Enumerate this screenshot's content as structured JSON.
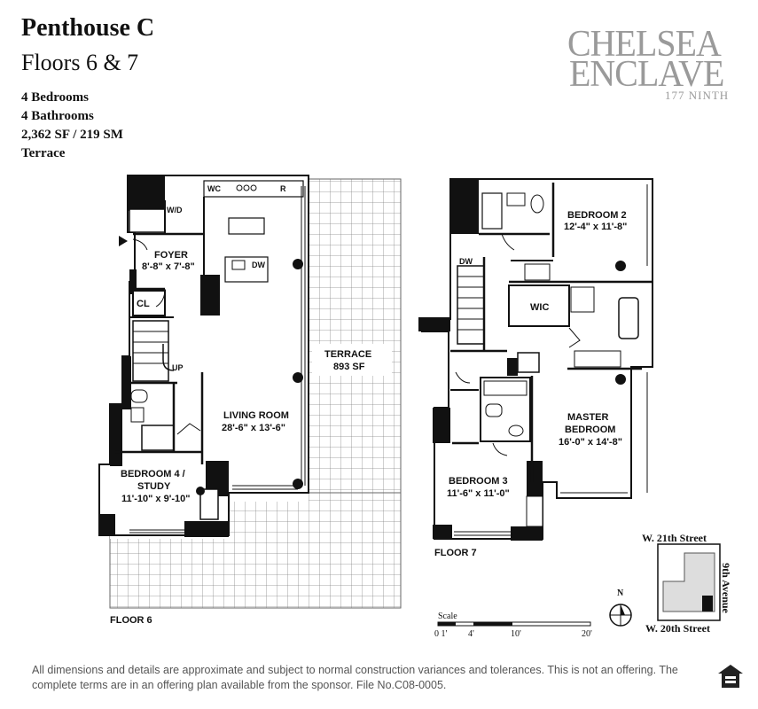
{
  "header": {
    "title": "Penthouse C",
    "subtitle": "Floors 6 & 7",
    "specs": [
      "4 Bedrooms",
      "4 Bathrooms",
      "2,362 SF / 219 SM",
      "Terrace"
    ]
  },
  "logo": {
    "line1": "CHELSEA",
    "line2": "ENCLAVE",
    "line3": "177 NINTH"
  },
  "floor6": {
    "label": "FLOOR 6",
    "fixtures": {
      "wc": "WC",
      "r": "R",
      "wd": "W/D",
      "dw": "DW",
      "cl": "CL",
      "up": "UP"
    },
    "foyer": {
      "name": "FOYER",
      "dims": "8'-8\" x 7'-8\""
    },
    "living": {
      "name": "LIVING ROOM",
      "dims": "28'-6\" x 13'-6\""
    },
    "terrace": {
      "name": "TERRACE",
      "area": "893 SF"
    },
    "bedroom4": {
      "name1": "BEDROOM 4 /",
      "name2": "STUDY",
      "dims": "11'-10\" x 9'-10\""
    }
  },
  "floor7": {
    "label": "FLOOR 7",
    "fixtures": {
      "dw": "DW",
      "wic": "WIC"
    },
    "bedroom2": {
      "name": "BEDROOM 2",
      "dims": "12'-4\" x 11'-8\""
    },
    "master": {
      "name1": "MASTER",
      "name2": "BEDROOM",
      "dims": "16'-0\" x 14'-8\""
    },
    "bedroom3": {
      "name": "BEDROOM 3",
      "dims": "11'-6\" x 11'-0\""
    }
  },
  "keyplan": {
    "north": "W. 21th Street",
    "south": "W. 20th Street",
    "east": "9th Avenue",
    "compass": "N"
  },
  "scale": {
    "label": "Scale",
    "ticks": [
      "0 1'",
      "4'",
      "10'",
      "20'"
    ]
  },
  "disclaimer": "All dimensions and details are approximate and subject to normal construction variances and tolerances. This is not an offering. The complete terms are in an offering plan available from the sponsor. File No.C08-0005.",
  "colors": {
    "wall": "#111111",
    "logo": "#9a9a9a",
    "disclaimer": "#555555"
  }
}
